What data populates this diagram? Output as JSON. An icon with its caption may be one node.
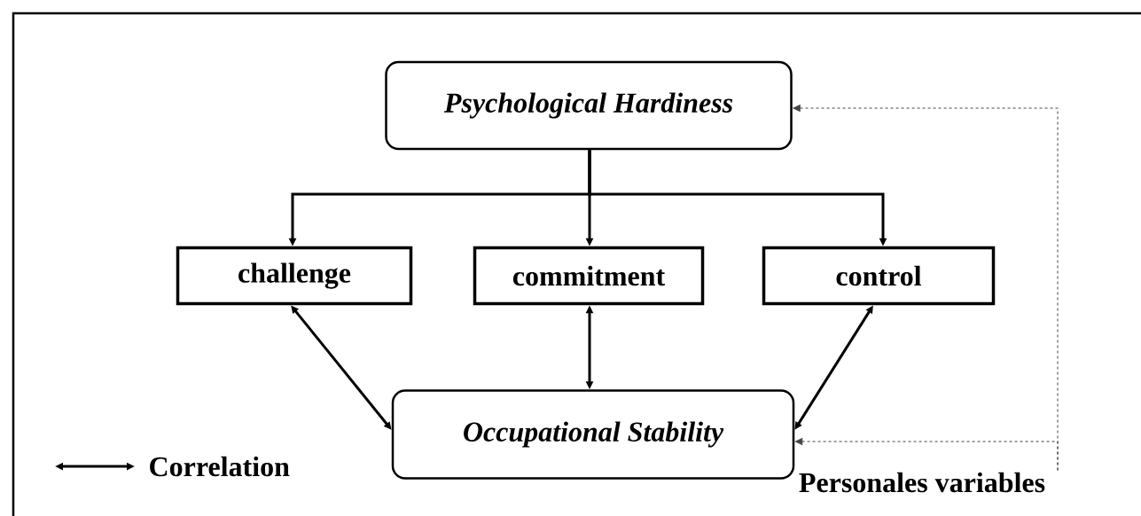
{
  "diagram": {
    "nodes": [
      {
        "text": [
          "Psychological Hardiness"
        ]
      },
      {
        "text": [
          "challenge"
        ]
      },
      {
        "text": [
          "commitment"
        ]
      },
      {
        "text": [
          "control"
        ]
      },
      {
        "text": [
          "Occupational Stability"
        ]
      },
      {
        "text": [
          "Personales variables"
        ]
      }
    ],
    "edges": [
      {
        "from": 0,
        "to": 1,
        "arrow": "to"
      },
      {
        "from": 0,
        "to": 2,
        "arrow": "to"
      },
      {
        "from": 0,
        "to": 3,
        "arrow": "to"
      },
      {
        "from": 1,
        "to": 4,
        "arrow": "both"
      },
      {
        "from": 2,
        "to": 4,
        "arrow": "both"
      },
      {
        "from": 3,
        "to": 4,
        "arrow": "both"
      },
      {
        "from": 5,
        "to": 0,
        "arrow": "to",
        "style": "dashed",
        "color": "#444444"
      },
      {
        "from": 5,
        "to": 4,
        "arrow": "to",
        "style": "dashed",
        "color": "#444444"
      }
    ],
    "legend": [
      {
        "text": "Correlation"
      }
    ]
  }
}
